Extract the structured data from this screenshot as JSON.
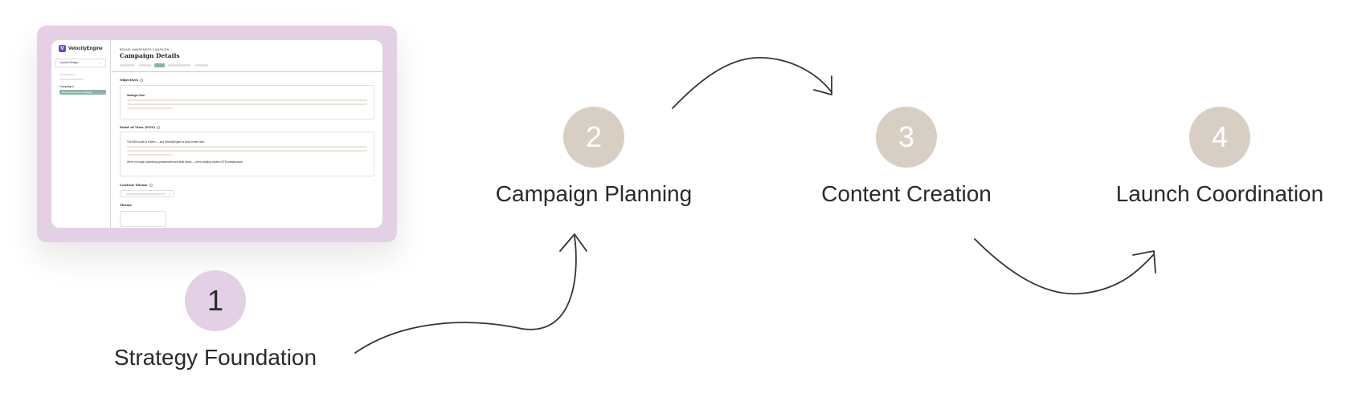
{
  "screenshot": {
    "app_name": "VelocityEngine",
    "logo_letter": "V",
    "workspace_dropdown": "Launch Design",
    "sidebar_nav_label": "Campaigns",
    "sidebar_active_item": "Brand Awareness Campaign",
    "eyebrow": "BRAND AWARENESS CAMPAIGN",
    "page_title": "Campaign Details",
    "objectives_label": "Objectives",
    "strategic_goal_label": "Strategic Goal",
    "pov_label": "Point of View (POV)",
    "pov_line_1": "The B2B model is broken — and VelocityEngine is what comes next.",
    "pov_line_2": "We're no longer optimizing spreadsheets and slide decks — we're building modern GTM infrastructure.",
    "content_theme_label": "Content Theme",
    "theme_label": "Theme"
  },
  "steps": [
    {
      "number": "1",
      "label": "Strategy Foundation",
      "color": "#e3d0e5",
      "text_color": "#2b2b2b"
    },
    {
      "number": "2",
      "label": "Campaign Planning",
      "color": "#d8cfc4",
      "text_color": "#ffffff"
    },
    {
      "number": "3",
      "label": "Content Creation",
      "color": "#d8cfc4",
      "text_color": "#ffffff"
    },
    {
      "number": "4",
      "label": "Launch Coordination",
      "color": "#d8cfc4",
      "text_color": "#ffffff"
    }
  ],
  "colors": {
    "card_background": "#e3d0e5",
    "accent_green": "#8fb2a6",
    "arrow_stroke": "#333333"
  }
}
